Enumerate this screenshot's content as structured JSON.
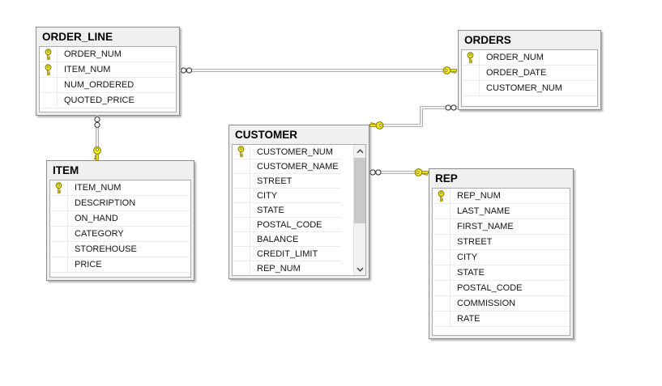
{
  "diagram": {
    "tables": {
      "order_line": {
        "title": "ORDER_LINE",
        "columns": [
          {
            "name": "ORDER_NUM",
            "pk": true
          },
          {
            "name": "ITEM_NUM",
            "pk": true
          },
          {
            "name": "NUM_ORDERED",
            "pk": false
          },
          {
            "name": "QUOTED_PRICE",
            "pk": false
          }
        ]
      },
      "orders": {
        "title": "ORDERS",
        "columns": [
          {
            "name": "ORDER_NUM",
            "pk": true
          },
          {
            "name": "ORDER_DATE",
            "pk": false
          },
          {
            "name": "CUSTOMER_NUM",
            "pk": false
          }
        ]
      },
      "item": {
        "title": "ITEM",
        "columns": [
          {
            "name": "ITEM_NUM",
            "pk": true
          },
          {
            "name": "DESCRIPTION",
            "pk": false
          },
          {
            "name": "ON_HAND",
            "pk": false
          },
          {
            "name": "CATEGORY",
            "pk": false
          },
          {
            "name": "STOREHOUSE",
            "pk": false
          },
          {
            "name": "PRICE",
            "pk": false
          }
        ]
      },
      "customer": {
        "title": "CUSTOMER",
        "scrollable": true,
        "columns": [
          {
            "name": "CUSTOMER_NUM",
            "pk": true
          },
          {
            "name": "CUSTOMER_NAME",
            "pk": false
          },
          {
            "name": "STREET",
            "pk": false
          },
          {
            "name": "CITY",
            "pk": false
          },
          {
            "name": "STATE",
            "pk": false
          },
          {
            "name": "POSTAL_CODE",
            "pk": false
          },
          {
            "name": "BALANCE",
            "pk": false
          },
          {
            "name": "CREDIT_LIMIT",
            "pk": false
          },
          {
            "name": "REP_NUM",
            "pk": false
          }
        ]
      },
      "rep": {
        "title": "REP",
        "columns": [
          {
            "name": "REP_NUM",
            "pk": true
          },
          {
            "name": "LAST_NAME",
            "pk": false
          },
          {
            "name": "FIRST_NAME",
            "pk": false
          },
          {
            "name": "STREET",
            "pk": false
          },
          {
            "name": "CITY",
            "pk": false
          },
          {
            "name": "STATE",
            "pk": false
          },
          {
            "name": "POSTAL_CODE",
            "pk": false
          },
          {
            "name": "COMMISSION",
            "pk": false
          },
          {
            "name": "RATE",
            "pk": false
          }
        ]
      }
    },
    "relationships": [
      {
        "one_table": "ORDERS",
        "many_table": "ORDER_LINE",
        "one_symbol": "key-icon",
        "many_symbol": "infinity-icon"
      },
      {
        "one_table": "ITEM",
        "many_table": "ORDER_LINE",
        "one_symbol": "key-icon",
        "many_symbol": "infinity-icon"
      },
      {
        "one_table": "CUSTOMER",
        "many_table": "ORDERS",
        "one_symbol": "key-icon",
        "many_symbol": "infinity-icon"
      },
      {
        "one_table": "REP",
        "many_table": "CUSTOMER",
        "one_symbol": "key-icon",
        "many_symbol": "infinity-icon"
      }
    ],
    "icons": {
      "primary_key": "key-icon",
      "scroll_up": "chevron-up-icon",
      "scroll_down": "chevron-down-icon"
    },
    "colors": {
      "key_fill": "#f7ec13",
      "key_outline": "#7c7400",
      "connector_line": "#9a9a9a",
      "table_bg": "#f0f0f0",
      "table_border": "#8c8c8c",
      "grid_border": "#ababab",
      "row_divider": "#ececec",
      "canvas_bg": "#ffffff"
    }
  }
}
